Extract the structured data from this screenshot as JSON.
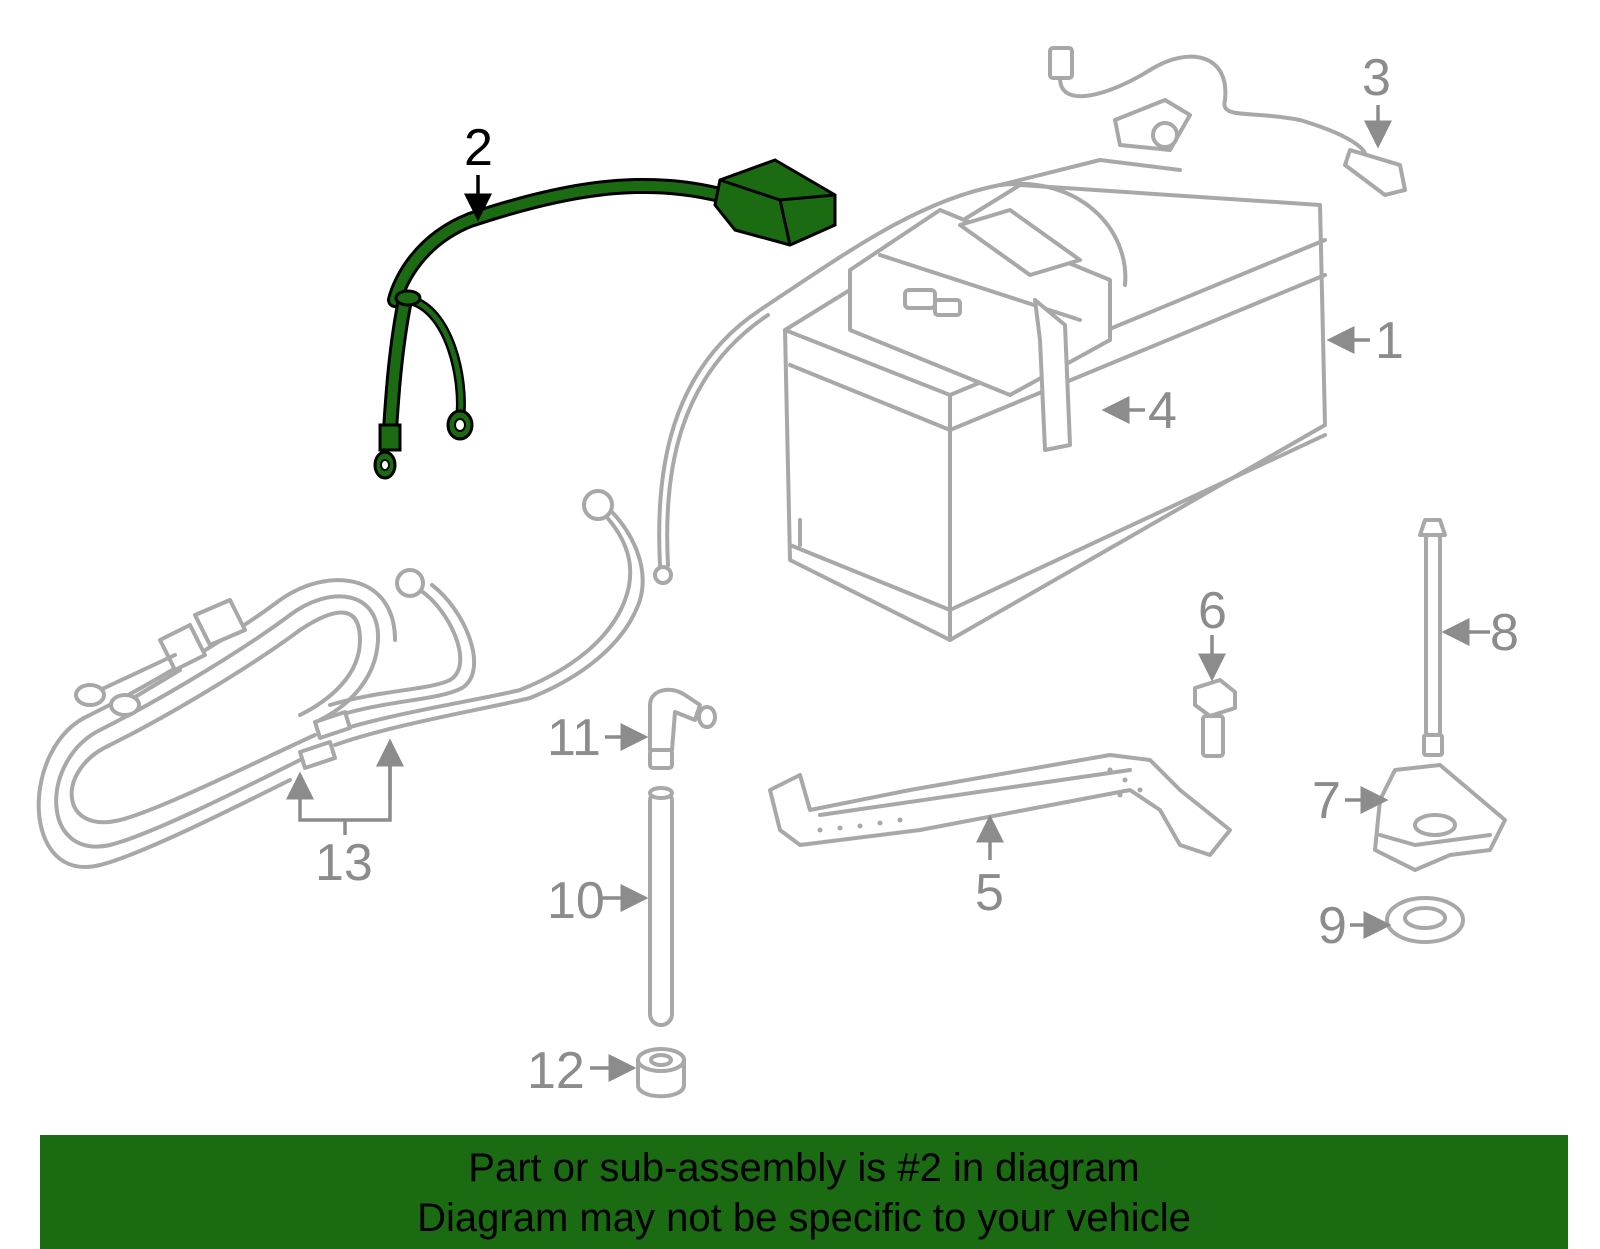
{
  "diagram": {
    "highlighted_part": "2",
    "highlight_color": "#1a6b12",
    "part_color": "#a8a8a8",
    "labels": [
      "1",
      "2",
      "3",
      "4",
      "5",
      "6",
      "7",
      "8",
      "9",
      "10",
      "11",
      "12",
      "13"
    ]
  },
  "banner": {
    "line1": "Part or sub-assembly is #2 in diagram",
    "line2": "Diagram may not be specific to your vehicle",
    "color": "#1a6b12"
  }
}
